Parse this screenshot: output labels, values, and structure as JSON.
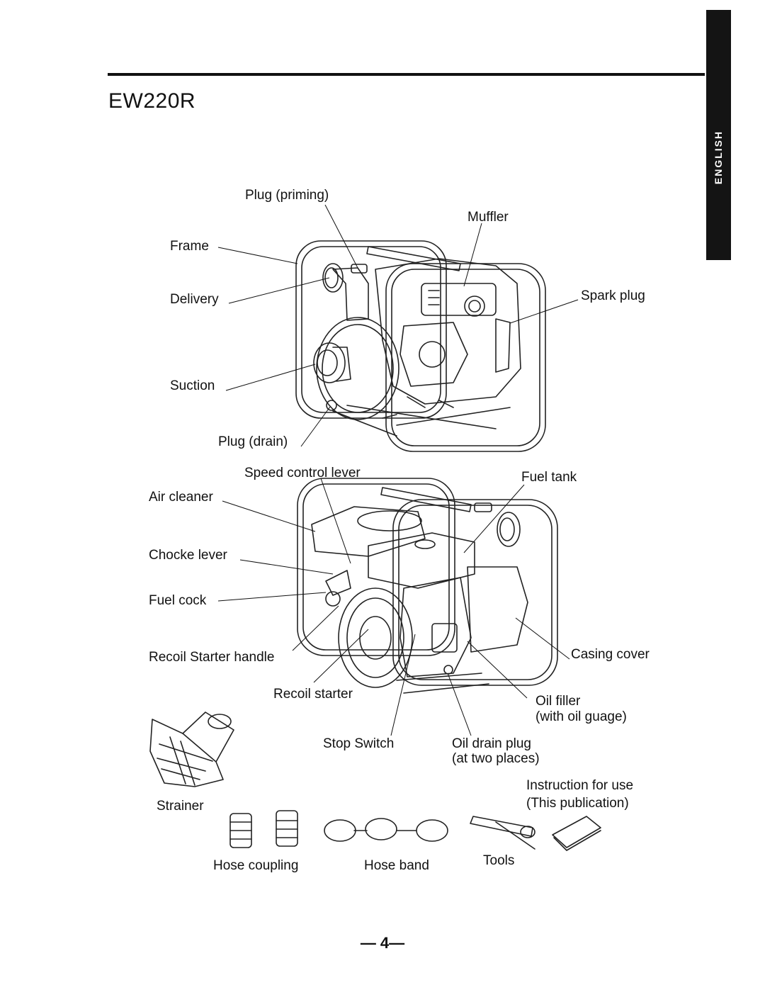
{
  "title": "EW220R",
  "side_tab": "ENGLISH",
  "labels": {
    "plug_priming": "Plug (priming)",
    "muffler": "Muffler",
    "frame": "Frame",
    "delivery": "Delivery",
    "spark_plug": "Spark plug",
    "suction": "Suction",
    "plug_drain": "Plug (drain)",
    "speed_control_lever": "Speed control lever",
    "fuel_tank": "Fuel tank",
    "air_cleaner": "Air cleaner",
    "choke_lever": "Chocke lever",
    "fuel_cock": "Fuel cock",
    "recoil_starter_handle": "Recoil Starter handle",
    "casing_cover": "Casing cover",
    "recoil_starter": "Recoil starter",
    "oil_filler_1": "Oil filler",
    "oil_filler_2": "(with oil guage)",
    "stop_switch": "Stop Switch",
    "oil_drain_plug_1": "Oil drain plug",
    "oil_drain_plug_2": "(at two places)",
    "instruction_1": "Instruction for use",
    "instruction_2": "(This publication)",
    "strainer": "Strainer",
    "hose_coupling": "Hose coupling",
    "hose_band": "Hose band",
    "tools": "Tools"
  },
  "page_number": "— 4—"
}
